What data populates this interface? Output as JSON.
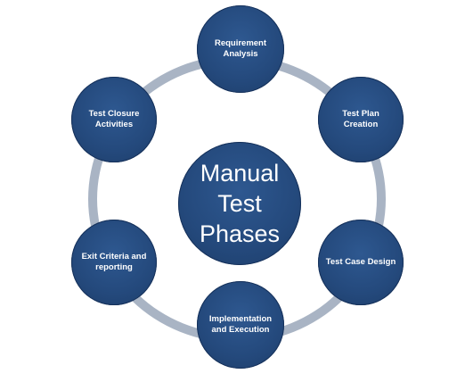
{
  "center": {
    "label": "Manual\nTest\nPhases"
  },
  "phases": [
    {
      "label": "Requirement\nAnalysis"
    },
    {
      "label": "Test Plan\nCreation"
    },
    {
      "label": "Test Case Design"
    },
    {
      "label": "Implementation\nand Execution"
    },
    {
      "label": "Exit Criteria and\nreporting"
    },
    {
      "label": "Test Closure\nActivities"
    }
  ],
  "colors": {
    "node_fill": "#24497c",
    "ring": "#a9b4c4",
    "text": "#ffffff"
  }
}
